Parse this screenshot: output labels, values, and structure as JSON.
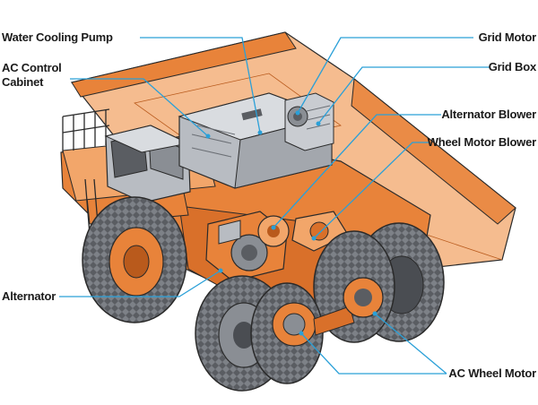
{
  "labels": {
    "water_cooling_pump": "Water Cooling Pump",
    "ac_control_cabinet_line1": "AC Control",
    "ac_control_cabinet_line2": "Cabinet",
    "alternator": "Alternator",
    "grid_motor": "Grid Motor",
    "grid_box": "Grid Box",
    "alternator_blower": "Alternator Blower",
    "wheel_motor_blower": "Wheel Motor Blower",
    "ac_wheel_motor": "AC Wheel Motor"
  },
  "colors": {
    "truck_orange": "#e8833a",
    "truck_orange_light": "#f2a66a",
    "truck_orange_dark": "#b95a1c",
    "component_gray": "#b8bcc2",
    "component_gray_light": "#d9dce0",
    "tire": "#4a4d52",
    "tire_light": "#8a8e94",
    "leader_line": "#2aa0d8",
    "outline": "#2a2a2a"
  }
}
